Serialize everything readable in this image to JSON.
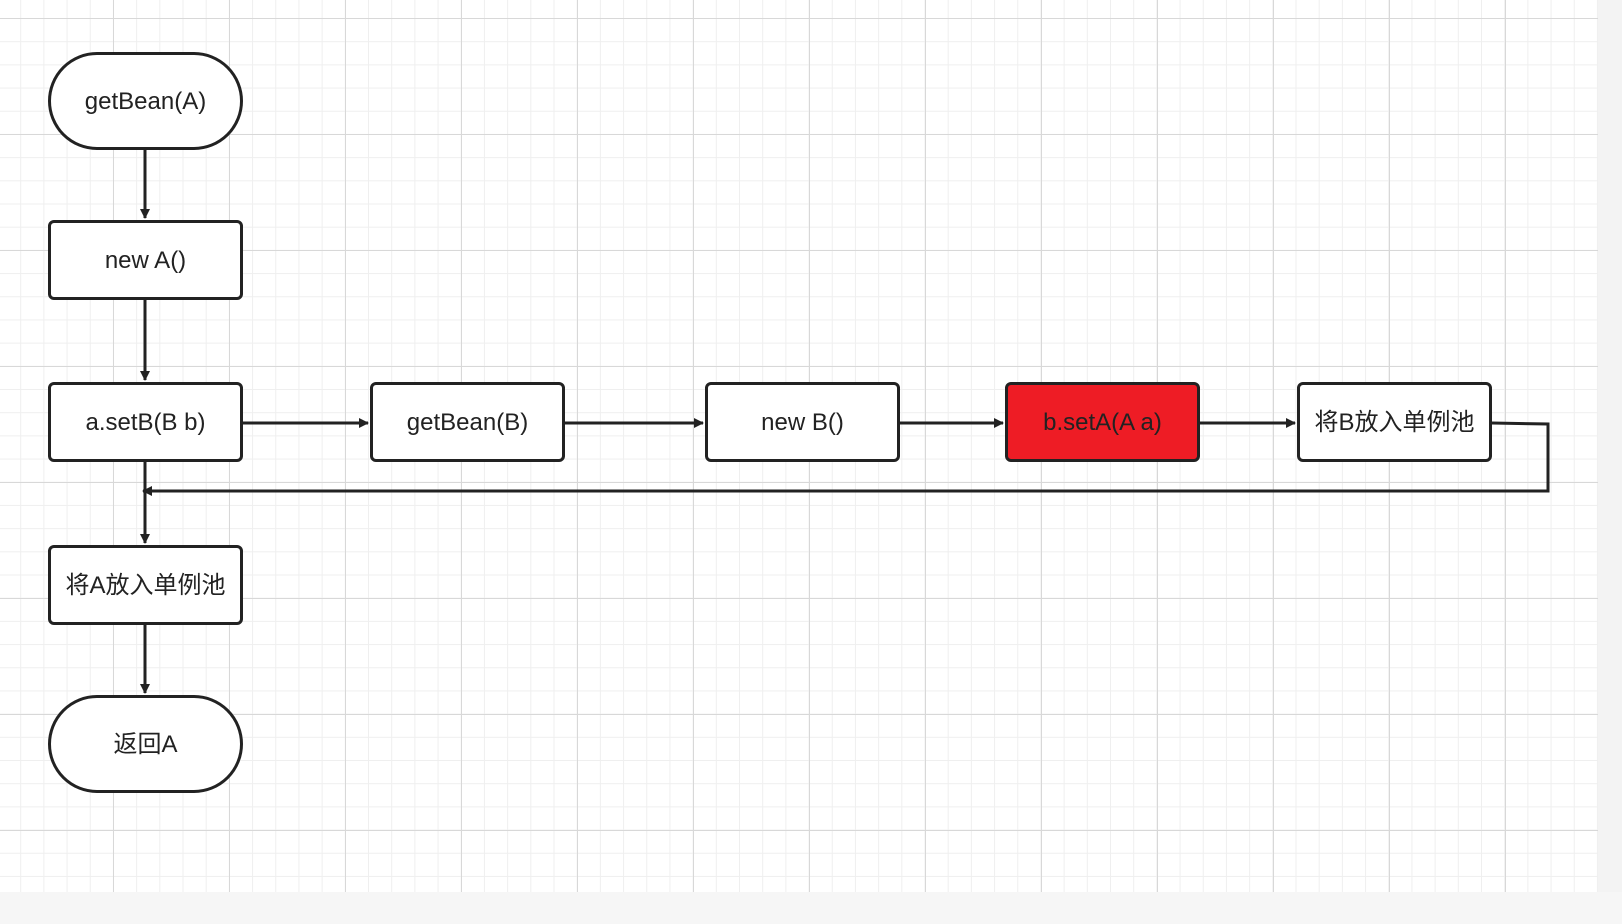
{
  "diagram": {
    "nodes": [
      {
        "id": "get-bean-a",
        "label": "getBean(A)",
        "shape": "terminal"
      },
      {
        "id": "new-a",
        "label": "new A()",
        "shape": "process"
      },
      {
        "id": "a-set-b",
        "label": "a.setB(B b)",
        "shape": "process"
      },
      {
        "id": "get-bean-b",
        "label": "getBean(B)",
        "shape": "process"
      },
      {
        "id": "new-b",
        "label": "new B()",
        "shape": "process"
      },
      {
        "id": "b-set-a",
        "label": "b.setA(A a)",
        "shape": "process",
        "fill": "#ee1c25"
      },
      {
        "id": "put-b-singleton",
        "label": "将B放入单例池",
        "shape": "process"
      },
      {
        "id": "put-a-singleton",
        "label": "将A放入单例池",
        "shape": "process"
      },
      {
        "id": "return-a",
        "label": "返回A",
        "shape": "terminal"
      }
    ],
    "edges": [
      {
        "from": "get-bean-a",
        "to": "new-a"
      },
      {
        "from": "new-a",
        "to": "a-set-b"
      },
      {
        "from": "a-set-b",
        "to": "get-bean-b"
      },
      {
        "from": "get-bean-b",
        "to": "new-b"
      },
      {
        "from": "new-b",
        "to": "b-set-a"
      },
      {
        "from": "b-set-a",
        "to": "put-b-singleton"
      },
      {
        "from": "put-b-singleton",
        "to": "a-set-b"
      },
      {
        "from": "a-set-b",
        "to": "put-a-singleton"
      },
      {
        "from": "put-a-singleton",
        "to": "return-a"
      }
    ]
  },
  "colors": {
    "stroke": "#222222",
    "highlight": "#ee1c25",
    "grid_major": "#d8d8d8",
    "grid_minor": "#efefef"
  }
}
